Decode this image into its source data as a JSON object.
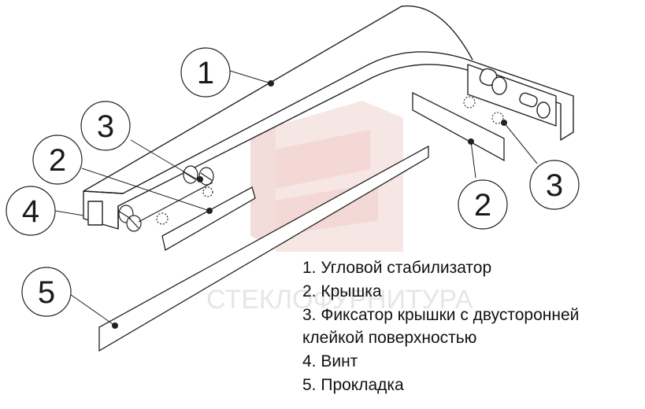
{
  "watermark": {
    "text": "СТЕКЛОФУРНИТУРА",
    "icon": "brand-logo-mark"
  },
  "callouts": {
    "c1": "1",
    "c2_left": "2",
    "c2_right": "2",
    "c3_left": "3",
    "c3_right": "3",
    "c4": "4",
    "c5": "5"
  },
  "legend": {
    "item1": "1. Угловой стабилизатор",
    "item2": "2. Крышка",
    "item3_line1": "3. Фиксатор крышки с двусторонней",
    "item3_line2": "клейкой поверхностью",
    "item4": "4. Винт",
    "item5": "5. Прокладка"
  },
  "colors": {
    "stroke": "#222222",
    "watermark": "#e8b7b2",
    "watermark_text": "#ececec"
  }
}
